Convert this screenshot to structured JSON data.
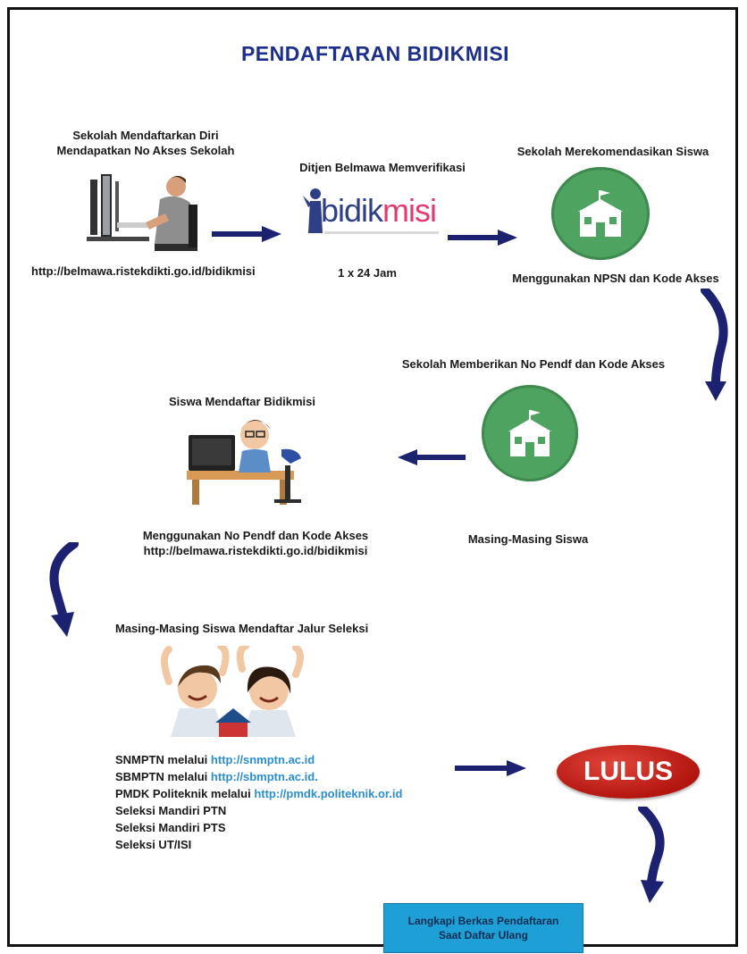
{
  "title": "PENDAFTARAN BIDIKMISI",
  "steps": {
    "school_register": {
      "line1": "Sekolah Mendaftarkan Diri",
      "line2": "Mendapatkan No Akses Sekolah",
      "url": "http://belmawa.ristekdikti.go.id/bidikmisi"
    },
    "ditjen_verify": {
      "label": "Ditjen Belmawa Memverifikasi",
      "logo_text_main": "bidik",
      "logo_text_accent": "misi",
      "duration": "1 x 24 Jam"
    },
    "school_recommend": {
      "label": "Sekolah Merekomendasikan Siswa",
      "caption": "Menggunakan NPSN dan Kode Akses"
    },
    "school_give_code": {
      "label": "Sekolah Memberikan No Pendf dan Kode Akses",
      "caption": "Masing-Masing Siswa"
    },
    "student_register": {
      "label": "Siswa Mendaftar Bidikmisi",
      "caption_line1": "Menggunakan No Pendf dan Kode Akses",
      "caption_line2": "http://belmawa.ristekdikti.go.id/bidikmisi"
    },
    "selection": {
      "label": "Masing-Masing Siswa Mendaftar Jalur Seleksi",
      "items": [
        {
          "text": "SNMPTN melalui ",
          "link": "http://snmptn.ac.id"
        },
        {
          "text": "SBMPTN melalui ",
          "link": "http://sbmptn.ac.id."
        },
        {
          "text": "PMDK Politeknik melalui ",
          "link": "http://pmdk.politeknik.or.id"
        },
        {
          "text": "Seleksi Mandiri PTN",
          "link": ""
        },
        {
          "text": "Seleksi Mandiri PTS",
          "link": ""
        },
        {
          "text": "Seleksi UT/ISI",
          "link": ""
        }
      ]
    },
    "lulus": "LULUS",
    "final_box": {
      "line1": "Langkapi Berkas Pendaftaran",
      "line2": "Saat Daftar Ulang"
    }
  },
  "colors": {
    "title": "#1c2f8a",
    "arrow": "#1c2270",
    "circle": "#4fa360",
    "lulus": "#c11d14",
    "box": "#1e9fd6",
    "link": "#2a8fd0"
  },
  "icons": [
    "computer-user-icon",
    "bidikmisi-logo",
    "school-building-icon",
    "student-at-desk-icon",
    "cheering-students-icon"
  ]
}
